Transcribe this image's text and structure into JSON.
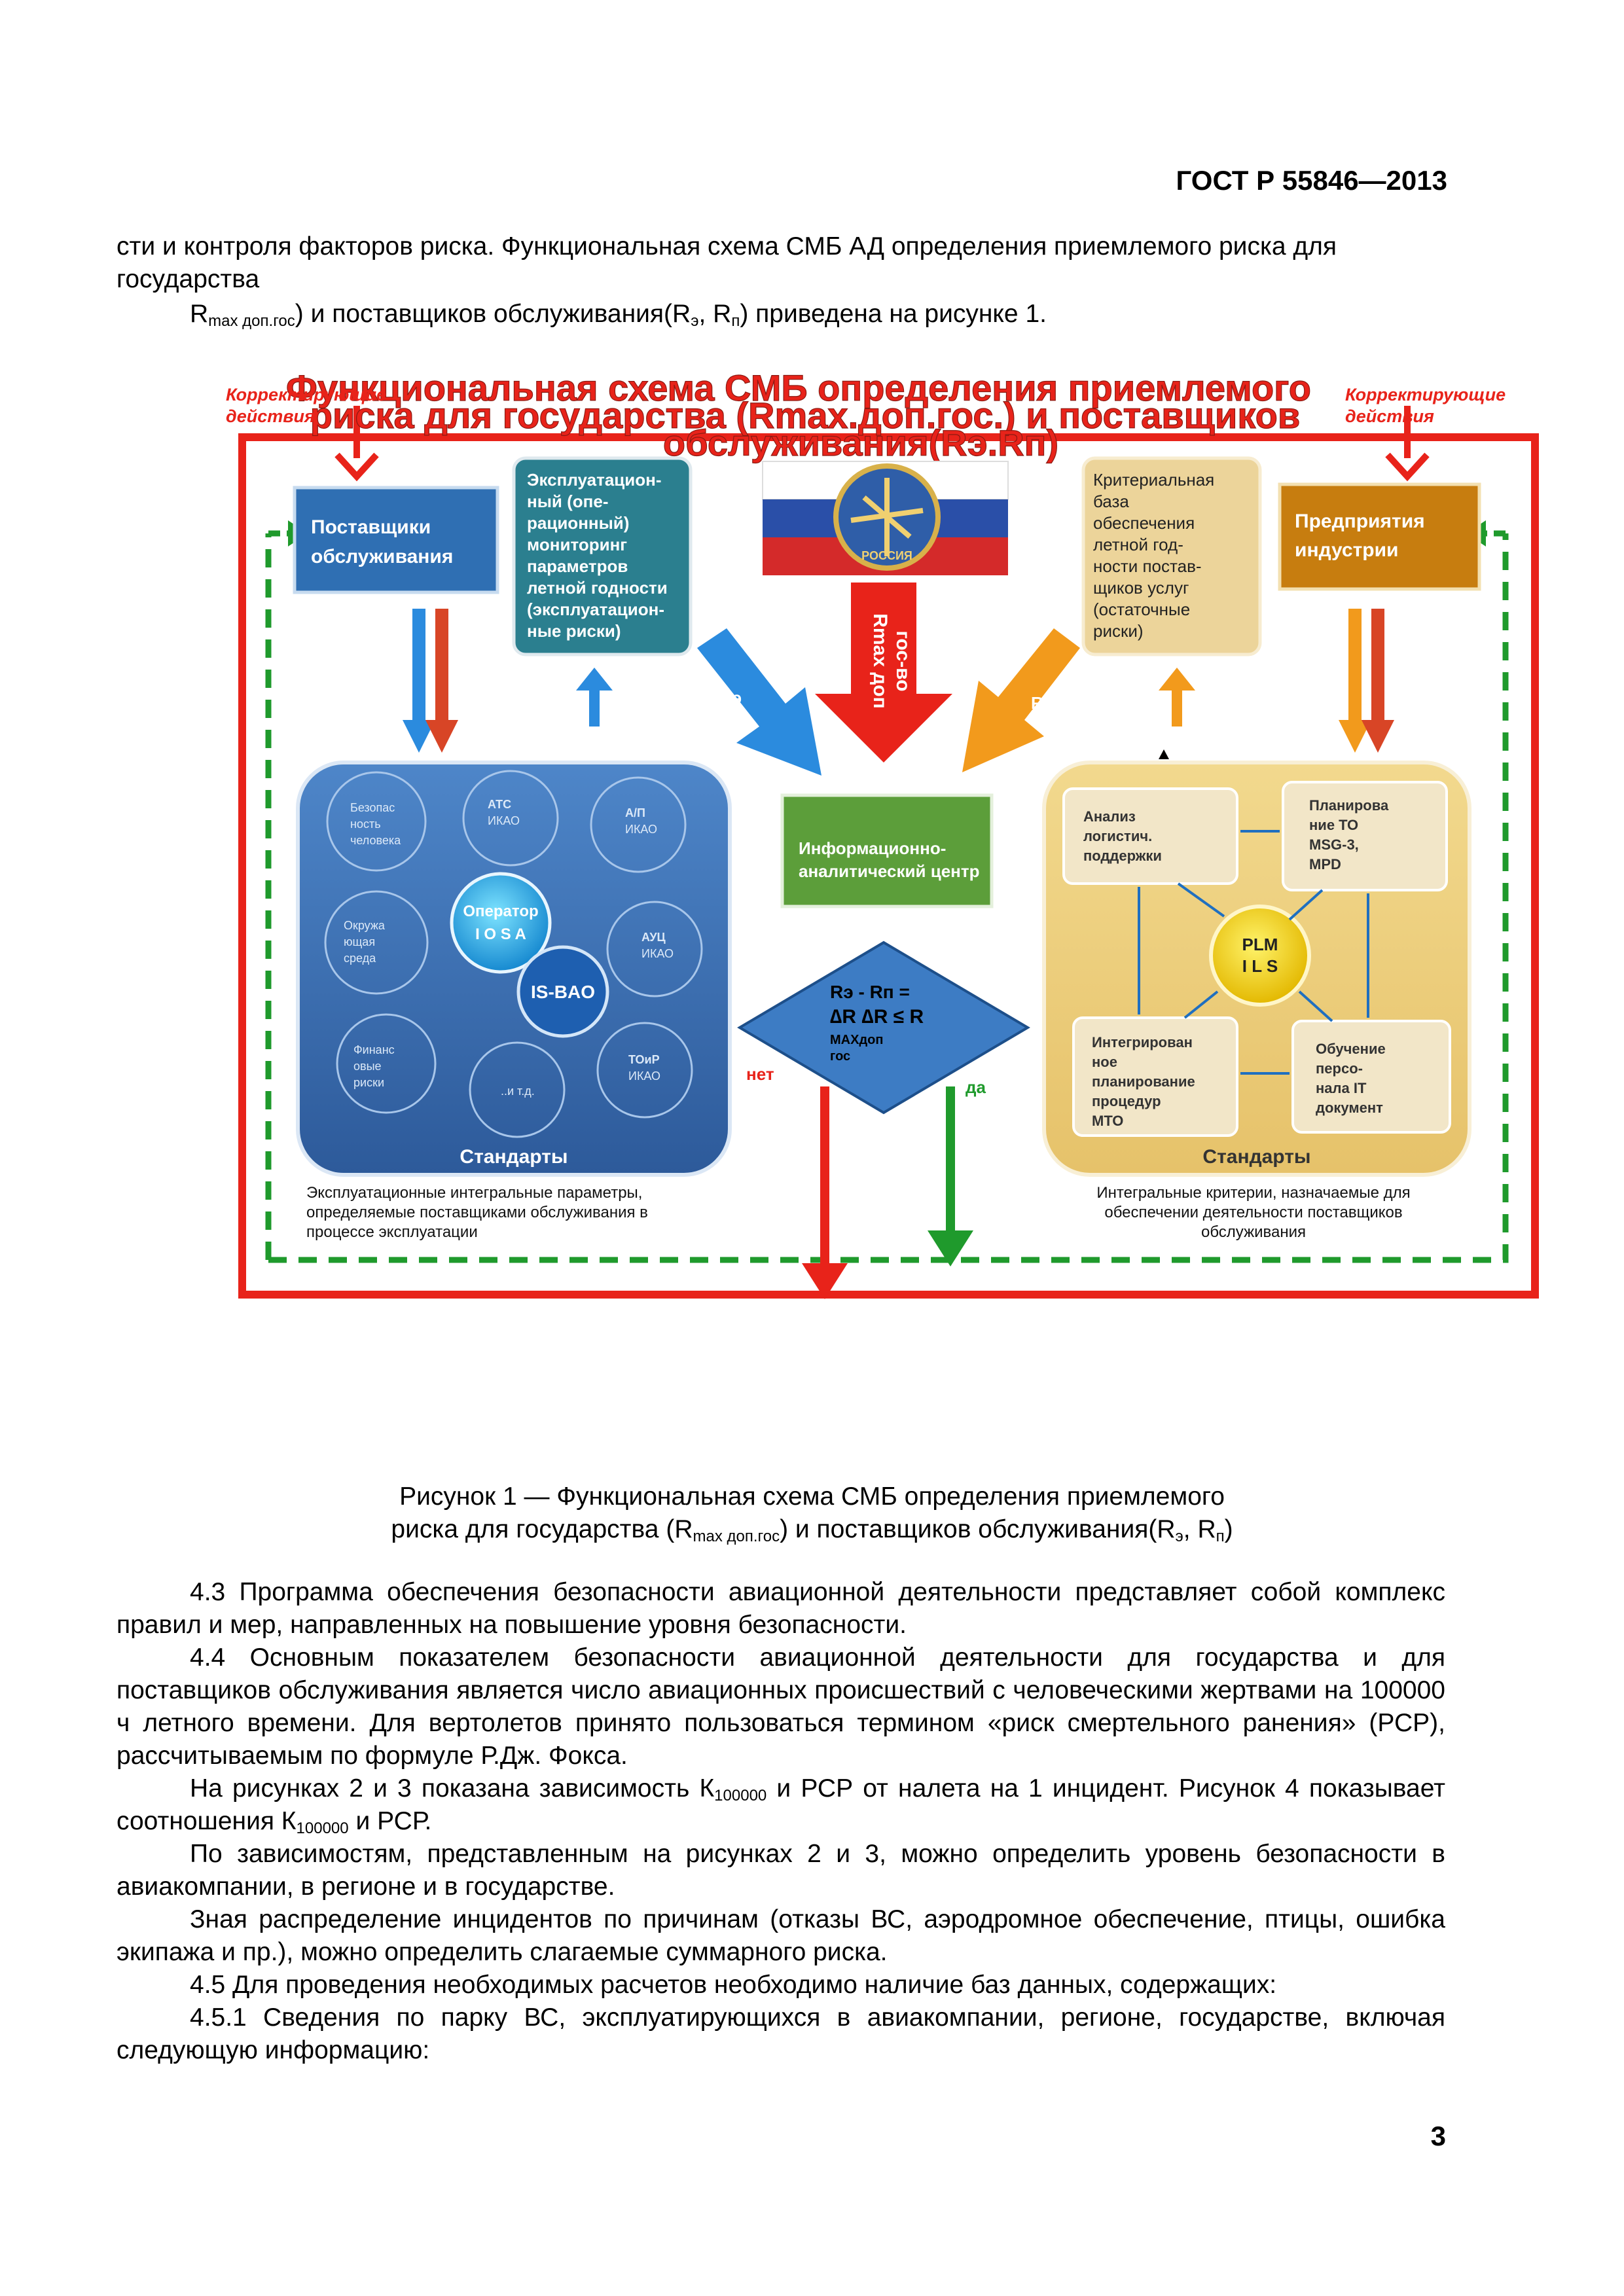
{
  "header": {
    "code": "ГОСТ Р 55846—2013"
  },
  "intro": {
    "line1": "сти и контроля факторов риска. Функциональная схема СМБ АД определения приемлемого риска для",
    "line2": "государства",
    "line3_r": "R",
    "line3_sub": "max доп.гос",
    "line3_mid": ") и поставщиков обслуживания(R",
    "line3_sub2": "э",
    "line3_mid2": ", R",
    "line3_sub3": "п",
    "line3_end": ") приведена на рисунке 1."
  },
  "figure": {
    "title_line1": "Функциональная схема СМБ определения приемлемого",
    "title_line2": "риска для государства (Rmax.доп.гос.) и поставщиков",
    "title_line3": "обслуживания(Rэ.Rп)",
    "corr_left_1": "Корректирующие",
    "corr_left_2": "действия",
    "corr_right_1": "Корректирующие",
    "corr_right_2": "действия",
    "providers": [
      "Поставщики",
      "обслуживания"
    ],
    "industry": [
      "Предприятия",
      "индустрии"
    ],
    "monitoring": [
      "Эксплуатацион-",
      "ный (опе-",
      "рационный)",
      "мониторинг",
      "параметров",
      "летной годности",
      "(эксплуатацион-",
      "ные риски)"
    ],
    "criteria": [
      "Критериальная",
      "база",
      "обеспечения",
      "летной год-",
      "ности постав-",
      "щиков услуг",
      "(остаточные",
      "риски)"
    ],
    "flag_emblem": "РОССИЯ",
    "arrow_re": "Rэ",
    "arrow_rp": "Rп",
    "arrow_center_1": "Rmax доп",
    "arrow_center_2": "гос-во",
    "info_center": [
      "Информационно-",
      "аналитический центр"
    ],
    "diamond": [
      "Rэ - Rп =",
      "∆R ∆R ≤ R",
      "MAXдоп",
      "гос"
    ],
    "no_label": "нет",
    "yes_label": "да",
    "left_panel": {
      "nodes": [
        [
          "Безопас",
          "ность",
          "человека"
        ],
        [
          "АТС",
          "ИКАО"
        ],
        [
          "А/П",
          "ИКАО"
        ],
        [
          "Окружа",
          "ющая",
          "среда"
        ],
        [
          "АУЦ",
          "ИКАО"
        ],
        [
          "Финанс",
          "овые",
          "риски"
        ],
        [
          "..и т.д."
        ],
        [
          "ТОиР",
          "ИКАО"
        ]
      ],
      "operator": [
        "Оператор",
        "I O S A"
      ],
      "isbao": "IS-BAO",
      "standards": "Стандарты",
      "caption": [
        "Эксплуатационные интегральные параметры,",
        "определяемые поставщиками обслуживания  в",
        "процессе эксплуатации"
      ]
    },
    "right_panel": {
      "box_analysis": [
        "Анализ",
        "логистич.",
        "поддержки"
      ],
      "box_planning": [
        "Планирова",
        "ние ТО",
        "MSG-3,",
        "MPD"
      ],
      "plm": [
        "PLM",
        "I L S"
      ],
      "box_integrated": [
        "Интегрирован",
        "ное",
        "планирование",
        "процедур",
        "МТО"
      ],
      "box_training": [
        "Обучение",
        "персо-",
        "нала IT",
        "документ"
      ],
      "standards": "Стандарты",
      "caption": [
        "Интегральные критерии, назначаемые  для",
        "обеспечении деятельности поставщиков",
        "обслуживания"
      ]
    }
  },
  "caption": {
    "line1": "Рисунок 1 — Функциональная схема СМБ определения приемлемого",
    "line2_a": "риска для государства (R",
    "line2_sub": "max доп.гос",
    "line2_b": ") и поставщиков обслуживания(R",
    "line2_sub2": "э",
    "line2_c": ", R",
    "line2_sub3": "п",
    "line2_d": ")"
  },
  "body": {
    "p43": "4.3 Программа обеспечения безопасности авиационной деятельности представляет собой комплекс правил и мер, направленных на повышение уровня безопасности.",
    "p44": "4.4 Основным показателем безопасности авиационной деятельности для государства и для поставщиков обслуживания является число авиационных происшествий с человеческими жертвами на 100000 ч летного времени. Для вертолетов принято пользоваться термином «риск смертельного ранения» (РСР), рассчитываемым по формуле Р.Дж. Фокса.",
    "p_fig_a": "На рисунках 2 и 3 показана зависимость К",
    "p_fig_sub": "100000",
    "p_fig_b": " и РСР от налета на 1 инцидент. Рисунок 4 показывает соотношения К",
    "p_fig_sub2": "100000",
    "p_fig_c": " и РСР.",
    "p_dep": "По зависимостям, представленным на рисунках 2 и 3, можно определить уровень безопасности в авиакомпании, в регионе и в государстве.",
    "p_know": "Зная распределение инцидентов по причинам (отказы ВС, аэродромное обеспечение, птицы, ошибка экипажа и пр.), можно определить слагаемые суммарного риска.",
    "p45": "4.5 Для проведения необходимых расчетов необходимо наличие баз данных, содержащих:",
    "p451": "4.5.1 Сведения по парку ВС, эксплуатирующихся в авиакомпании, регионе, государстве, включая следующую информацию:"
  },
  "footer": {
    "page": "3"
  },
  "colors": {
    "red": "#e8231a",
    "green": "#1f9a2c",
    "blue": "#2e6fb8",
    "orange": "#f29a1c",
    "gold": "#e8c77a",
    "teal": "#2b7f8f"
  }
}
